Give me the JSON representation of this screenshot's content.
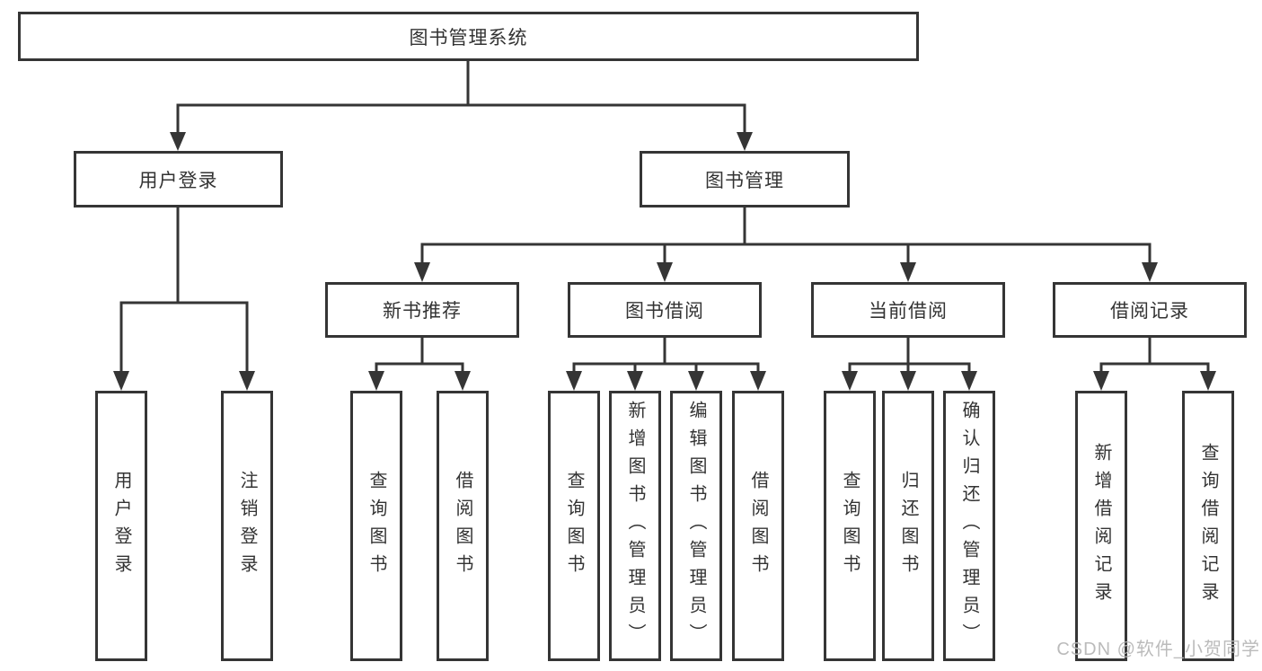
{
  "diagram": {
    "root": {
      "label": "图书管理系统"
    },
    "branches": [
      {
        "label": "用户登录",
        "children": [
          {
            "label": "用户登录"
          },
          {
            "label": "注销登录"
          }
        ]
      },
      {
        "label": "图书管理",
        "children": [
          {
            "label": "新书推荐",
            "children": [
              {
                "label": "查询图书"
              },
              {
                "label": "借阅图书"
              }
            ]
          },
          {
            "label": "图书借阅",
            "children": [
              {
                "label": "查询图书"
              },
              {
                "label": "新增图书（管理员）"
              },
              {
                "label": "编辑图书（管理员）"
              },
              {
                "label": "借阅图书"
              }
            ]
          },
          {
            "label": "当前借阅",
            "children": [
              {
                "label": "查询图书"
              },
              {
                "label": "归还图书"
              },
              {
                "label": "确认归还（管理员）"
              }
            ]
          },
          {
            "label": "借阅记录",
            "children": [
              {
                "label": "新增借阅记录"
              },
              {
                "label": "查询借阅记录"
              }
            ]
          }
        ]
      }
    ]
  },
  "watermark": "CSDN @软件_小贺同学",
  "colors": {
    "line": "#353535",
    "text": "#333333",
    "background": "#ffffff",
    "watermark": "#b7b7b7"
  }
}
